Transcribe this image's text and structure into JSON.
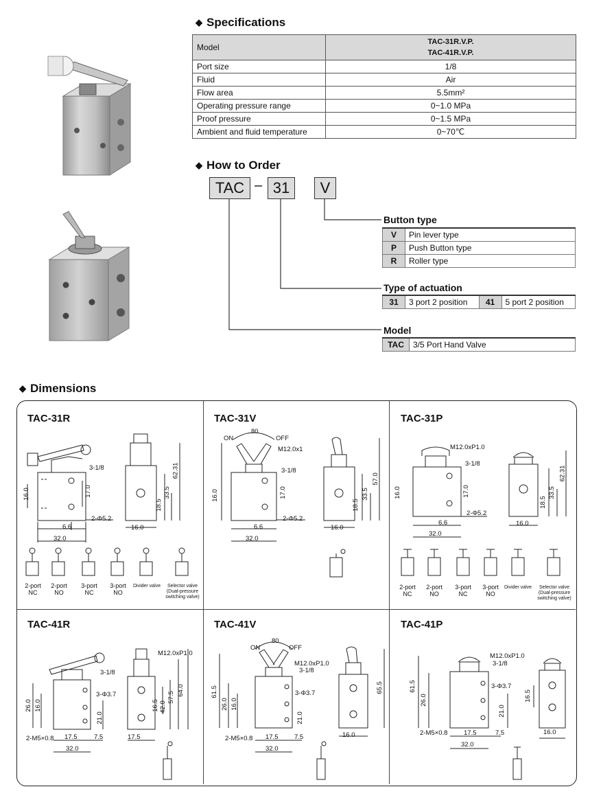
{
  "specifications": {
    "title": "Specifications",
    "model_label": "Model",
    "models": [
      "TAC-31R.V.P.",
      "TAC-41R.V.P."
    ],
    "rows": [
      {
        "label": "Port size",
        "value": "1/8"
      },
      {
        "label": "Fluid",
        "value": "Air"
      },
      {
        "label": "Flow area",
        "value": "5.5mm²"
      },
      {
        "label": "Operating pressure range",
        "value": "0~1.0 MPa"
      },
      {
        "label": "Proof pressure",
        "value": "0~1.5 MPa"
      },
      {
        "label": "Ambient and fluid temperature",
        "value": "0~70℃"
      }
    ]
  },
  "how_to_order": {
    "title": "How to Order",
    "code_parts": [
      "TAC",
      "31",
      "V"
    ],
    "button_type": {
      "title": "Button type",
      "items": [
        {
          "code": "V",
          "desc": "Pin lever type"
        },
        {
          "code": "P",
          "desc": "Push Button type"
        },
        {
          "code": "R",
          "desc": "Roller type"
        }
      ]
    },
    "actuation": {
      "title": "Type of actuation",
      "items": [
        {
          "code": "31",
          "desc": "3 port 2 position"
        },
        {
          "code": "41",
          "desc": "5 port 2 position"
        }
      ]
    },
    "model": {
      "title": "Model",
      "items": [
        {
          "code": "TAC",
          "desc": "3/5 Port  Hand Valve"
        }
      ]
    }
  },
  "dimensions": {
    "title": "Dimensions",
    "panels": {
      "p31r": {
        "title": "TAC-31R",
        "labels": {
          "port": "3-1/8",
          "h16": "16.0",
          "h17": "17.0",
          "hole": "2-Φ5.2",
          "w66": "6.6",
          "w32": "32.0",
          "h185": "18.5",
          "h335": "33.5",
          "h6231": "62.31",
          "w16": "16.0"
        },
        "symbols": [
          {
            "label": "2-port\nNC"
          },
          {
            "label": "2-port\nNO"
          },
          {
            "label": "3-port\nNC"
          },
          {
            "label": "3-port\nNO"
          },
          {
            "label": "Divider valve"
          },
          {
            "label": "Selector valve\n(Dual-pressure\nswitching valve)"
          }
        ]
      },
      "p31v": {
        "title": "TAC-31V",
        "labels": {
          "on": "ON",
          "off": "OFF",
          "ang": "80",
          "thread": "M12.0x1",
          "port": "3-1/8",
          "h16": "16.0",
          "h17": "17.0",
          "hole": "2-Φ5.2",
          "w66": "6.6",
          "w32": "32.0",
          "h185": "18.5",
          "h335": "33.5",
          "h57": "57.0",
          "w16": "16.0"
        }
      },
      "p31p": {
        "title": "TAC-31P",
        "labels": {
          "thread": "M12.0xP1.0",
          "port": "3-1/8",
          "h16": "16.0",
          "h17": "17.0",
          "hole": "2-Φ5.2",
          "w66": "6.6",
          "w32": "32.0",
          "h185": "18.5",
          "h335": "33.5",
          "h6231": "62.31",
          "w16": "16.0"
        },
        "symbols": [
          {
            "label": "2-port\nNC"
          },
          {
            "label": "2-port\nNO"
          },
          {
            "label": "3-port\nNC"
          },
          {
            "label": "3-port\nNO"
          },
          {
            "label": "Divider valve"
          },
          {
            "label": "Selector valve\n(Dual-pressure\nswitching valve)"
          }
        ]
      },
      "p41r": {
        "title": "TAC-41R",
        "labels": {
          "thread": "M12.0xP1.0",
          "port": "3-1/8",
          "hole": "3-Φ3.7",
          "h26": "26.0",
          "h16": "16.0",
          "h21": "21.0",
          "m5": "2-M5×0.8",
          "w175": "17.5",
          "w75": "7.5",
          "w32": "32.0",
          "h165": "16.5",
          "h42": "42.0",
          "h575": "57.5",
          "h64": "64.0",
          "w175b": "17.5"
        }
      },
      "p41v": {
        "title": "TAC-41V",
        "labels": {
          "on": "ON",
          "off": "OFF",
          "ang": "80",
          "thread": "M12.0xP1.0",
          "port": "3-1/8",
          "hole": "3-Φ3.7",
          "h615": "61.5",
          "h26": "26.0",
          "h16": "16.0",
          "h21": "21.0",
          "m5": "2-M5×0.8",
          "w175": "17.5",
          "w75": "7.5",
          "w32": "32.0",
          "h655": "65.5",
          "w16": "16.0"
        }
      },
      "p41p": {
        "title": "TAC-41P",
        "labels": {
          "thread": "M12.0xP1.0",
          "port": "3-1/8",
          "hole": "3-Φ3.7",
          "h615": "61.5",
          "h26": "26.0",
          "h21": "21.0",
          "m5": "2-M5×0.8",
          "w175": "17.5",
          "w75": "7.5",
          "w32": "32.0",
          "h165": "16.5",
          "w16": "16.0"
        }
      }
    }
  },
  "colors": {
    "table_head": "#d9d9d9",
    "code_bg": "#dddddd",
    "product_metal": "#b8b8b8"
  }
}
